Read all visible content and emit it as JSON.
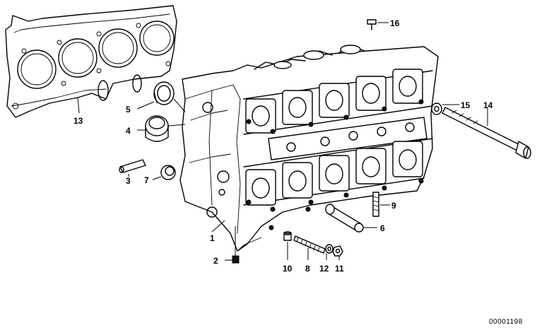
{
  "diagram": {
    "callouts": [
      {
        "key": "p1",
        "label": "1"
      },
      {
        "key": "p2",
        "label": "2"
      },
      {
        "key": "p3",
        "label": "3"
      },
      {
        "key": "p4",
        "label": "4"
      },
      {
        "key": "p5",
        "label": "5"
      },
      {
        "key": "p6",
        "label": "6"
      },
      {
        "key": "p7",
        "label": "7"
      },
      {
        "key": "p8",
        "label": "8"
      },
      {
        "key": "p9",
        "label": "9"
      },
      {
        "key": "p10",
        "label": "10"
      },
      {
        "key": "p11",
        "label": "11"
      },
      {
        "key": "p12",
        "label": "12"
      },
      {
        "key": "p13",
        "label": "13"
      },
      {
        "key": "p14",
        "label": "14"
      },
      {
        "key": "p15",
        "label": "15"
      },
      {
        "key": "p16",
        "label": "16"
      }
    ],
    "document_number": "00001198"
  }
}
